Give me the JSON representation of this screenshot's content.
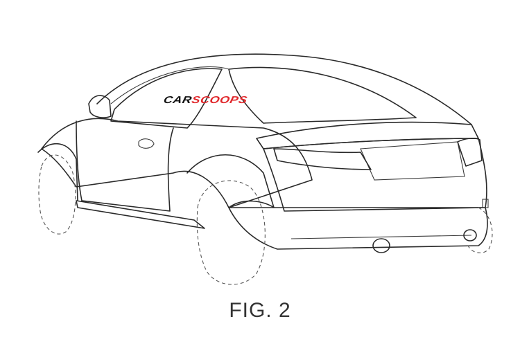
{
  "figure": {
    "caption": "FIG. 2",
    "subject": "Rear three-quarter patent line drawing of a coupe car"
  },
  "watermark": {
    "part1": "CAR",
    "part2": "SCOOPS",
    "colors": {
      "part1": "#111111",
      "part2": "#e0262a"
    }
  }
}
